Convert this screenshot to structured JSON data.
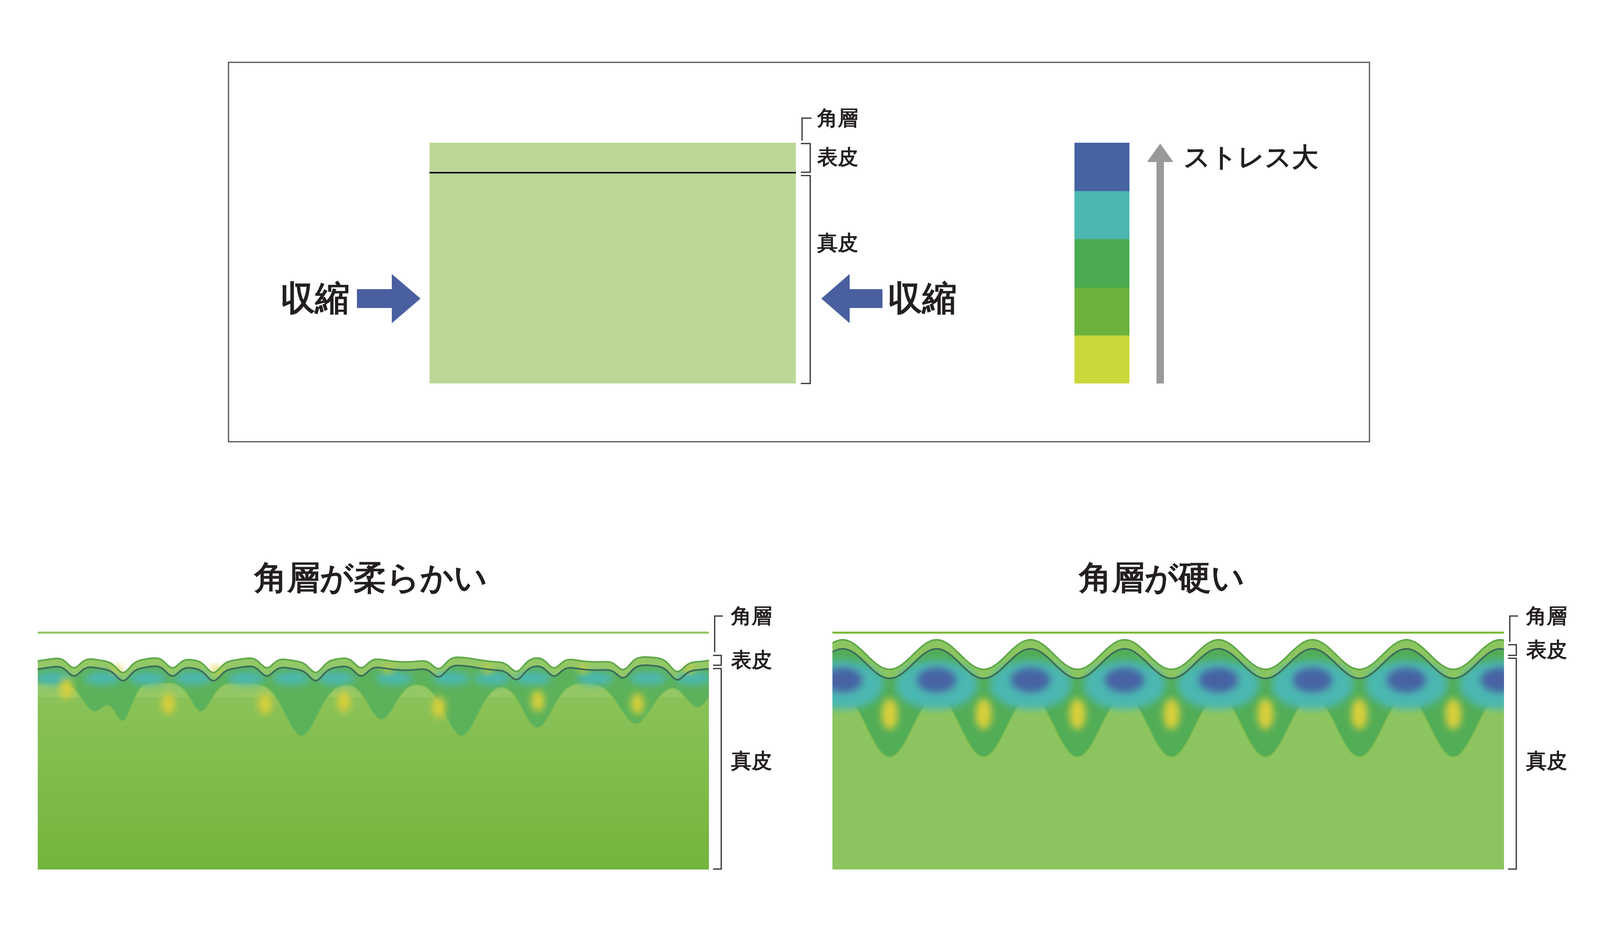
{
  "diagram": {
    "labels": [
      "角層",
      "表皮",
      "真皮",
      "収縮",
      "収縮",
      "ストレス大",
      "角層が柔らかい",
      "角層",
      "表皮",
      "真皮",
      "角層が硬い",
      "角層",
      "表皮",
      "真皮"
    ]
  }
}
